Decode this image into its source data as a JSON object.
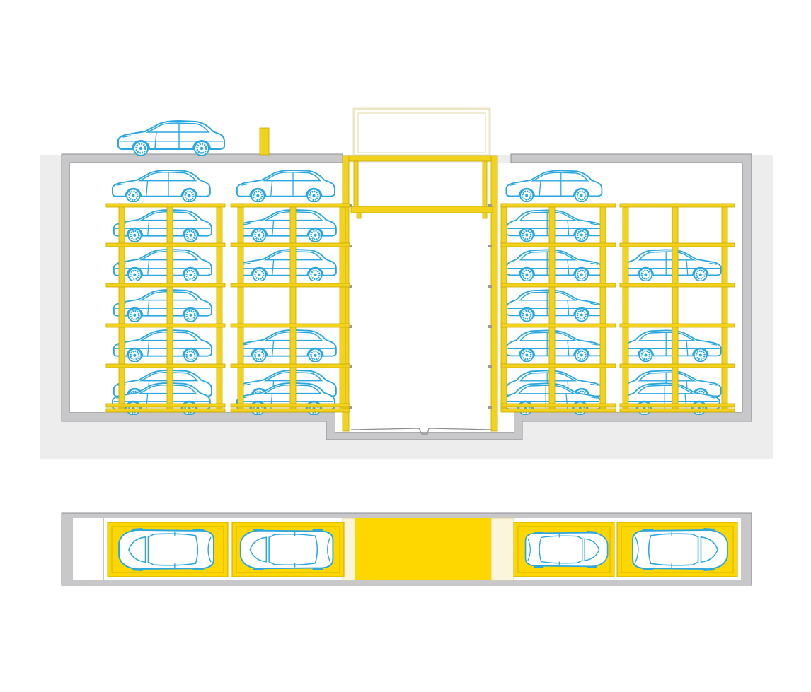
{
  "colors": {
    "background": "#ffffff",
    "ground": "#ededee",
    "wall": "#c8c8ca",
    "wall_stroke": "#8e8e90",
    "pit_interior": "#ffffff",
    "rack": "#f2d21a",
    "rack_stroke": "#c9a900",
    "car_fill": "#ffffff",
    "car_outline": "#2aa7e0",
    "lift_platform": "#ffd700",
    "lift_side": "#fbf5dc",
    "top_frame": "#ece6c4"
  },
  "icons": {
    "car": "car-side-icon",
    "car_top": "car-top-icon"
  },
  "diagram": {
    "type": "automated-parking-system",
    "views": [
      "section",
      "plan"
    ],
    "section": {
      "surface_cars": 1,
      "racks": [
        {
          "id": "rack-1",
          "levels": 6,
          "cars": [
            1,
            1,
            1,
            1,
            1,
            1
          ],
          "top_car": true
        },
        {
          "id": "rack-2",
          "levels": 6,
          "cars": [
            1,
            1,
            0,
            1,
            1,
            1
          ],
          "top_car": true
        },
        {
          "id": "rack-3",
          "levels": 6,
          "cars": [
            1,
            1,
            1,
            1,
            1,
            1
          ],
          "top_car": true
        },
        {
          "id": "rack-4",
          "levels": 6,
          "cars": [
            0,
            1,
            0,
            1,
            1,
            1
          ],
          "top_car": false
        }
      ]
    },
    "plan": {
      "bays": [
        {
          "id": "bay-1",
          "side": "left"
        },
        {
          "id": "bay-2",
          "side": "left"
        },
        {
          "id": "bay-3",
          "side": "right"
        },
        {
          "id": "bay-4",
          "side": "right"
        }
      ]
    }
  }
}
